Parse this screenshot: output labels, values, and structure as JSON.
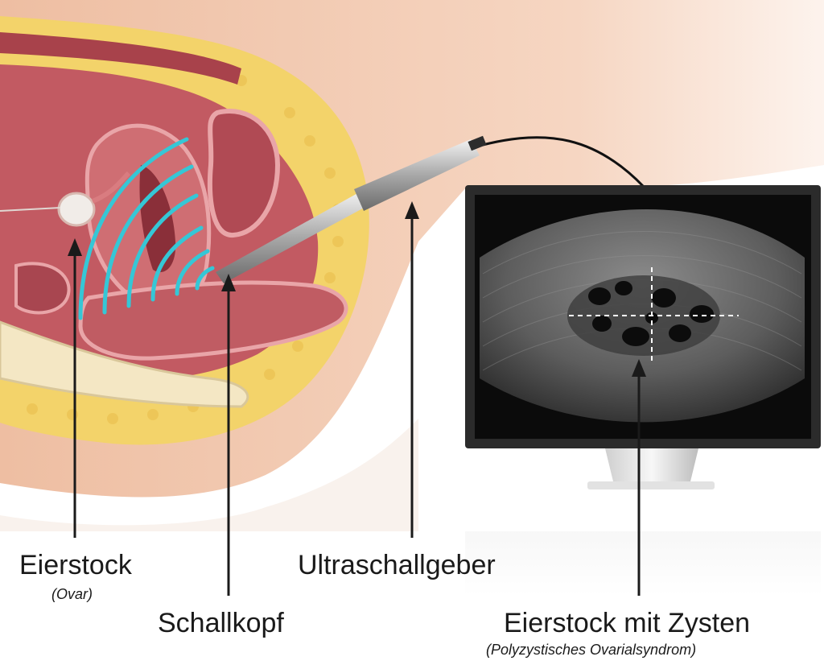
{
  "labels": {
    "ovary": {
      "title": "Eierstock",
      "subtitle": "(Ovar)"
    },
    "transducer_head": {
      "title": "Schallkopf"
    },
    "ultrasound_probe": {
      "title": "Ultraschallgeber"
    },
    "ovary_cysts": {
      "title": "Eierstock mit Zysten",
      "subtitle": "(Polyzystisches Ovarialsyndrom)"
    }
  },
  "colors": {
    "skin": "#f2c9b0",
    "fat": "#f3d36a",
    "tissue": "#b5545c",
    "wave": "#35c7d6",
    "monitor_frame": "#2b2b2b",
    "screen": "#0b0b0b",
    "label_text": "#1a1a1a"
  }
}
